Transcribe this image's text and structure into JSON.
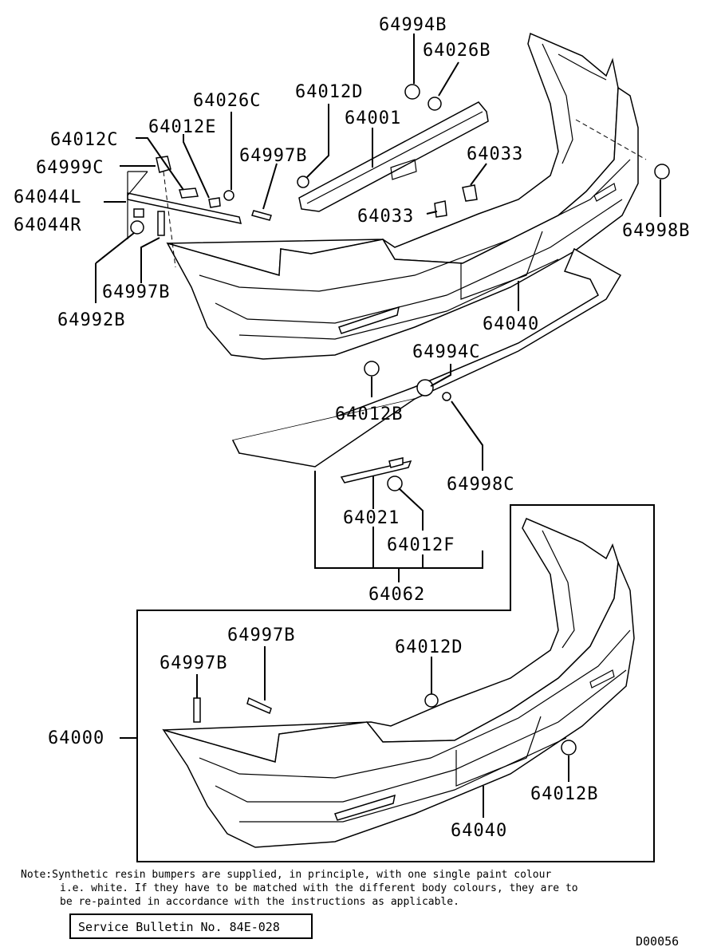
{
  "labels": {
    "p64994B_top": "64994B",
    "p64026B": "64026B",
    "p64012D_top": "64012D",
    "p64026C": "64026C",
    "p64001": "64001",
    "p64012C": "64012C",
    "p64012E": "64012E",
    "p64997B_a": "64997B",
    "p64033_a": "64033",
    "p64999C": "64999C",
    "p64044L": "64044L",
    "p64044R": "64044R",
    "p64033_b": "64033",
    "p64998B": "64998B",
    "p64997B_b": "64997B",
    "p64992B": "64992B",
    "p64040_top": "64040",
    "p64994C": "64994C",
    "p64012B_top": "64012B",
    "p64998C": "64998C",
    "p64021": "64021",
    "p64012F": "64012F",
    "p64062": "64062",
    "p64997B_c": "64997B",
    "p64997B_d": "64997B",
    "p64012D_bot": "64012D",
    "p64000": "64000",
    "p64012B_bot": "64012B",
    "p64040_bot": "64040"
  },
  "note": {
    "line1": "Note:Synthetic resin bumpers are supplied, in principle, with one single paint colour",
    "line2": "i.e. white. If they have to be matched with the different body colours, they are to",
    "line3": "be re-painted in accordance with the instructions as applicable."
  },
  "service_bulletin": "Service Bulletin No. 84E-028",
  "diagram_code": "D00056"
}
